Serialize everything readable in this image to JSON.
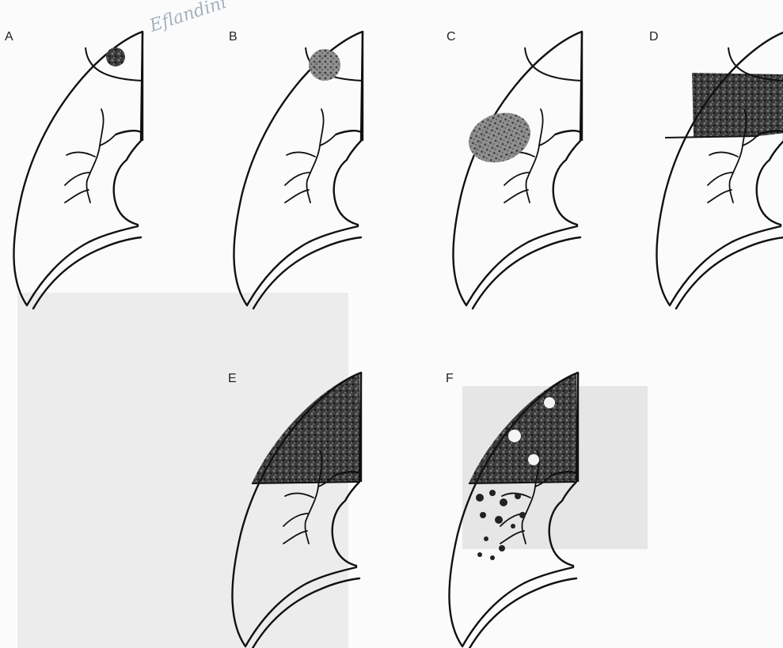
{
  "figure": {
    "panels": [
      {
        "id": "A",
        "label": "A"
      },
      {
        "id": "B",
        "label": "B"
      },
      {
        "id": "C",
        "label": "C"
      },
      {
        "id": "D",
        "label": "D"
      },
      {
        "id": "E",
        "label": "E"
      },
      {
        "id": "F",
        "label": "F"
      }
    ],
    "handwriting": "Eflandini",
    "colors": {
      "outline": "#111111",
      "shading": "#2a2a2a",
      "background_wash": "#ececec"
    }
  }
}
